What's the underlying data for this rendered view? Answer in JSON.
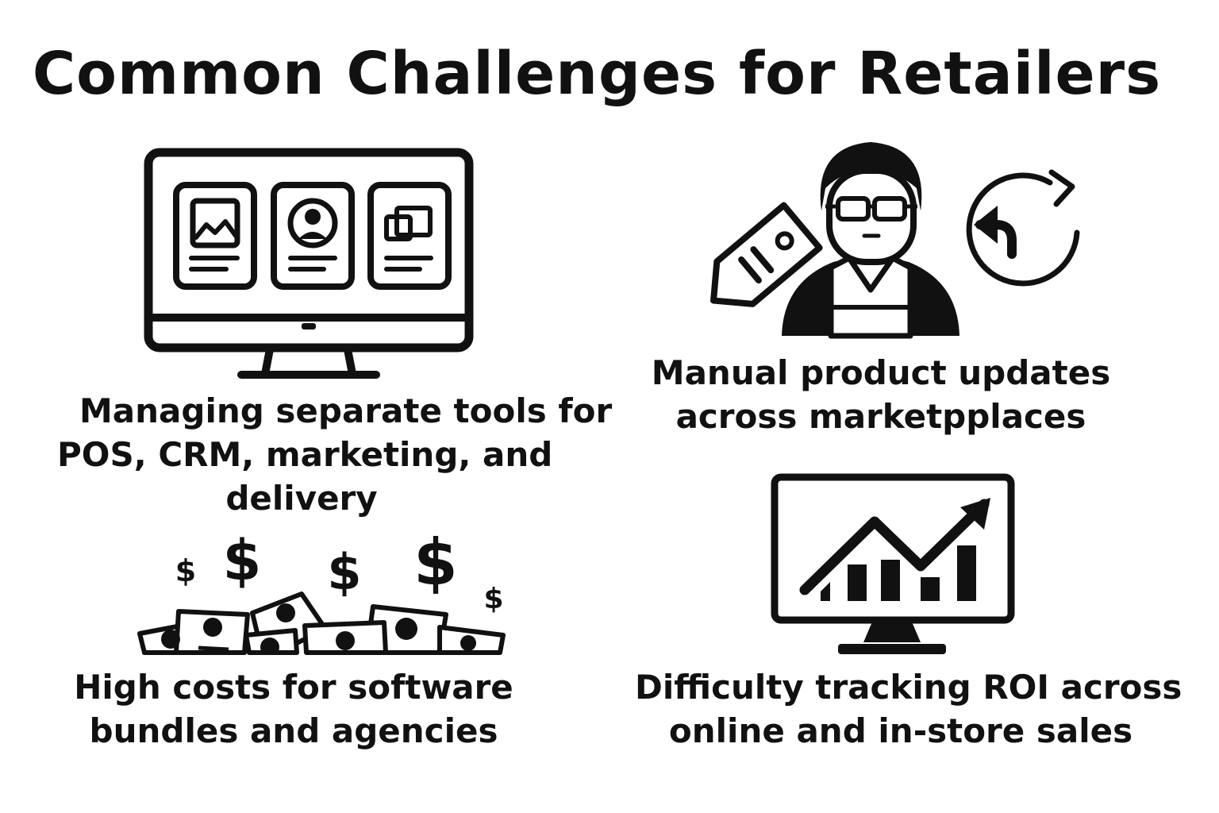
{
  "title": "Common Challenges for Retailers",
  "colors": {
    "background": "#ffffff",
    "ink": "#111111"
  },
  "challenges": [
    {
      "icon": "monitor-with-app-cards-icon",
      "lines": [
        "Managing separate tools for",
        "POS, CRM, marketing, and",
        "delivery"
      ]
    },
    {
      "icon": "shopkeeper-with-price-tag-and-refresh-icon",
      "lines": [
        "Manual product updates",
        "across marketpplaces"
      ]
    },
    {
      "icon": "money-and-dollar-signs-icon",
      "lines": [
        "High costs for software",
        "bundles and agencies"
      ]
    },
    {
      "icon": "monitor-with-growth-chart-icon",
      "lines": [
        "Difficulty tracking ROI across",
        "online and in-store sales"
      ]
    }
  ]
}
